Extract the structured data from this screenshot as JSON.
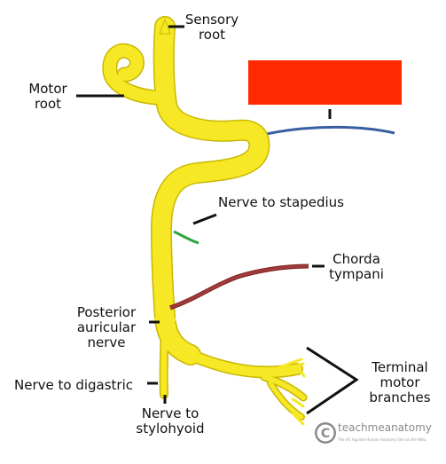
{
  "labels": {
    "sensory_root": "Sensory root",
    "motor_root": "Motor root",
    "nerve_to_stapedius": "Nerve to stapedius",
    "chorda_tympani": "Chorda tympani",
    "posterior_auricular": "Posterior auricular nerve",
    "nerve_to_digastric": "Nerve to digastric",
    "nerve_to_stylohyoid": "Nerve to stylohyoid",
    "terminal_branches": "Terminal motor branches"
  },
  "watermark": {
    "icon": "copyright-icon",
    "brand": "teachmeanatomy",
    "tagline": "The #1 Applied Human Anatomy Site on the Web."
  },
  "colors": {
    "nerve": "#f6e825",
    "nerve_outline": "#c9b800",
    "greater_petrosal": "#3a5fa0",
    "nerve_to_stapedius": "#2fa43a",
    "chorda_tympani": "#a23b3b",
    "redaction": "#ff2a00",
    "leader": "#111111"
  }
}
